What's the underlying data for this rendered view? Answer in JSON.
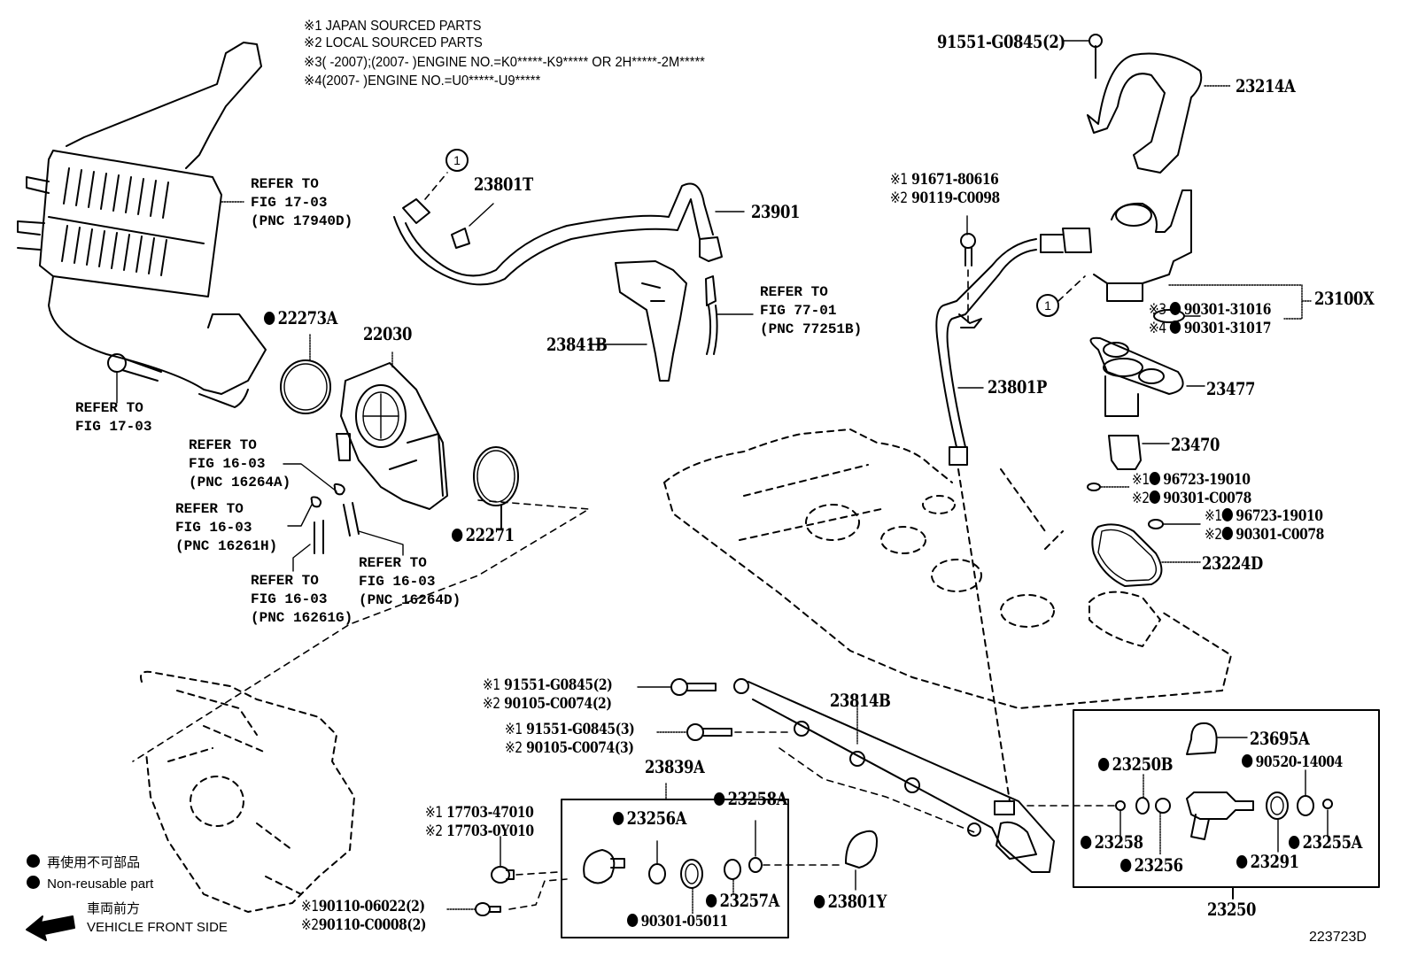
{
  "diagram": {
    "figure_id": "223723D",
    "notes": [
      {
        "mark": "※1",
        "text": "JAPAN SOURCED PARTS"
      },
      {
        "mark": "※2",
        "text": "LOCAL SOURCED PARTS"
      },
      {
        "mark": "※3",
        "text": "(      -2007);(2007-      )ENGINE NO.=K0*****-K9***** OR 2H*****-2M*****"
      },
      {
        "mark": "※4",
        "text": "(2007-      )ENGINE NO.=U0*****-U9*****"
      }
    ],
    "legend": {
      "non_reusable_jp": "再使用不可部品",
      "non_reusable_en": "Non-reusable part",
      "front_jp": "車両前方",
      "front_en": "VEHICLE FRONT SIDE"
    },
    "refs": {
      "intercooler": {
        "l1": "REFER TO",
        "l2": "FIG 17-03",
        "l3": "(PNC 17940D)"
      },
      "bolt_1703": {
        "l1": "REFER TO",
        "l2": "FIG 17-03"
      },
      "hose_16264a": {
        "l1": "REFER TO",
        "l2": "FIG 16-03",
        "l3": "(PNC 16264A)"
      },
      "hose_16261h": {
        "l1": "REFER TO",
        "l2": "FIG 16-03",
        "l3": "(PNC 16261H)"
      },
      "hose_16261g": {
        "l1": "REFER TO",
        "l2": "FIG 16-03",
        "l3": "(PNC 16261G)"
      },
      "hose_16264d": {
        "l1": "REFER TO",
        "l2": "FIG 16-03",
        "l3": "(PNC 16264D)"
      },
      "sensor_77251b": {
        "l1": "REFER TO",
        "l2": "FIG 77-01",
        "l3": "(PNC 77251B)"
      }
    },
    "callout_marker": "1",
    "parts": {
      "p23214A": "23214A",
      "p91551_top": "91551-G0845(2)",
      "p91671": {
        "m1": "※1",
        "v1": "91671-80616",
        "m2": "※2",
        "v2": "90119-C0098"
      },
      "p23801T": "23801T",
      "p23901": "23901",
      "p23841B": "23841B",
      "p22273A": "22273A",
      "p22030": "22030",
      "p22271": "22271",
      "p23100X": "23100X",
      "p90301_3": {
        "m1": "※3",
        "v1": "90301-31016",
        "m2": "※4",
        "v2": "90301-31017"
      },
      "p23801P": "23801P",
      "p23477": "23477",
      "p23470": "23470",
      "p96723_a": {
        "m1": "※1",
        "v1": "96723-19010",
        "m2": "※2",
        "v2": "90301-C0078"
      },
      "p96723_b": {
        "m1": "※1",
        "v1": "96723-19010",
        "m2": "※2",
        "v2": "90301-C0078"
      },
      "p23224D": "23224D",
      "p91551_2": {
        "m1": "※1",
        "v1": "91551-G0845(2)",
        "m2": "※2",
        "v2": "90105-C0074(2)"
      },
      "p91551_3": {
        "m1": "※1",
        "v1": "91551-G0845(3)",
        "m2": "※2",
        "v2": "90105-C0074(3)"
      },
      "p23814B": "23814B",
      "p23839A": "23839A",
      "p17703": {
        "m1": "※1",
        "v1": "17703-47010",
        "m2": "※2",
        "v2": "17703-0Y010"
      },
      "p90110": {
        "m1": "※1",
        "v1": "90110-06022(2)",
        "m2": "※2",
        "v2": "90110-C0008(2)"
      },
      "p23256A": "23256A",
      "p23258A": "23258A",
      "p23257A": "23257A",
      "p90301_05011": "90301-05011",
      "p23801Y": "23801Y",
      "p23695A": "23695A",
      "p23250B": "23250B",
      "p90520": "90520-14004",
      "p23258": "23258",
      "p23256": "23256",
      "p23291": "23291",
      "p23255A": "23255A",
      "p23250": "23250"
    }
  }
}
